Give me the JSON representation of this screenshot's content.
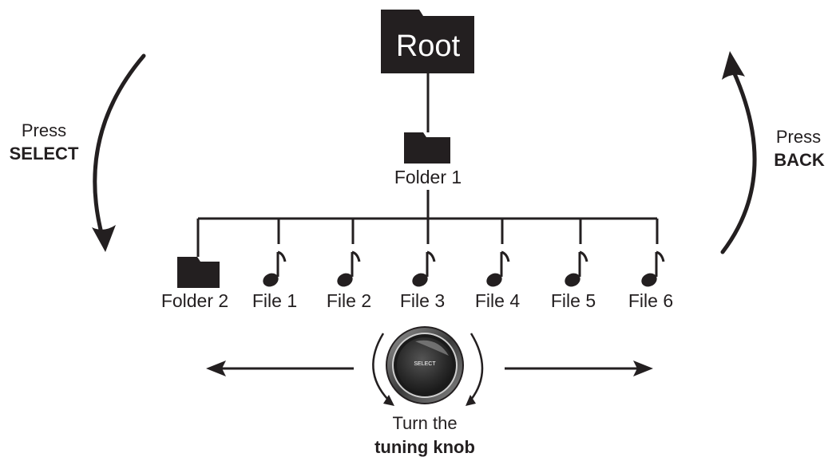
{
  "root": {
    "label": "Root"
  },
  "folder1": {
    "label": "Folder 1"
  },
  "items": [
    {
      "label": "Folder 2",
      "icon": "folder-icon"
    },
    {
      "label": "File 1",
      "icon": "music-note-icon"
    },
    {
      "label": "File 2",
      "icon": "music-note-icon"
    },
    {
      "label": "File 3",
      "icon": "music-note-icon"
    },
    {
      "label": "File 4",
      "icon": "music-note-icon"
    },
    {
      "label": "File 5",
      "icon": "music-note-icon"
    },
    {
      "label": "File 6",
      "icon": "music-note-icon"
    }
  ],
  "select_hint": {
    "line1": "Press",
    "line2": "SELECT"
  },
  "back_hint": {
    "line1": "Press",
    "line2": "BACK"
  },
  "knob": {
    "label": "SELECT",
    "caption_line1": "Turn the",
    "caption_line2": "tuning knob"
  },
  "colors": {
    "ink": "#231f20",
    "background": "#ffffff"
  }
}
